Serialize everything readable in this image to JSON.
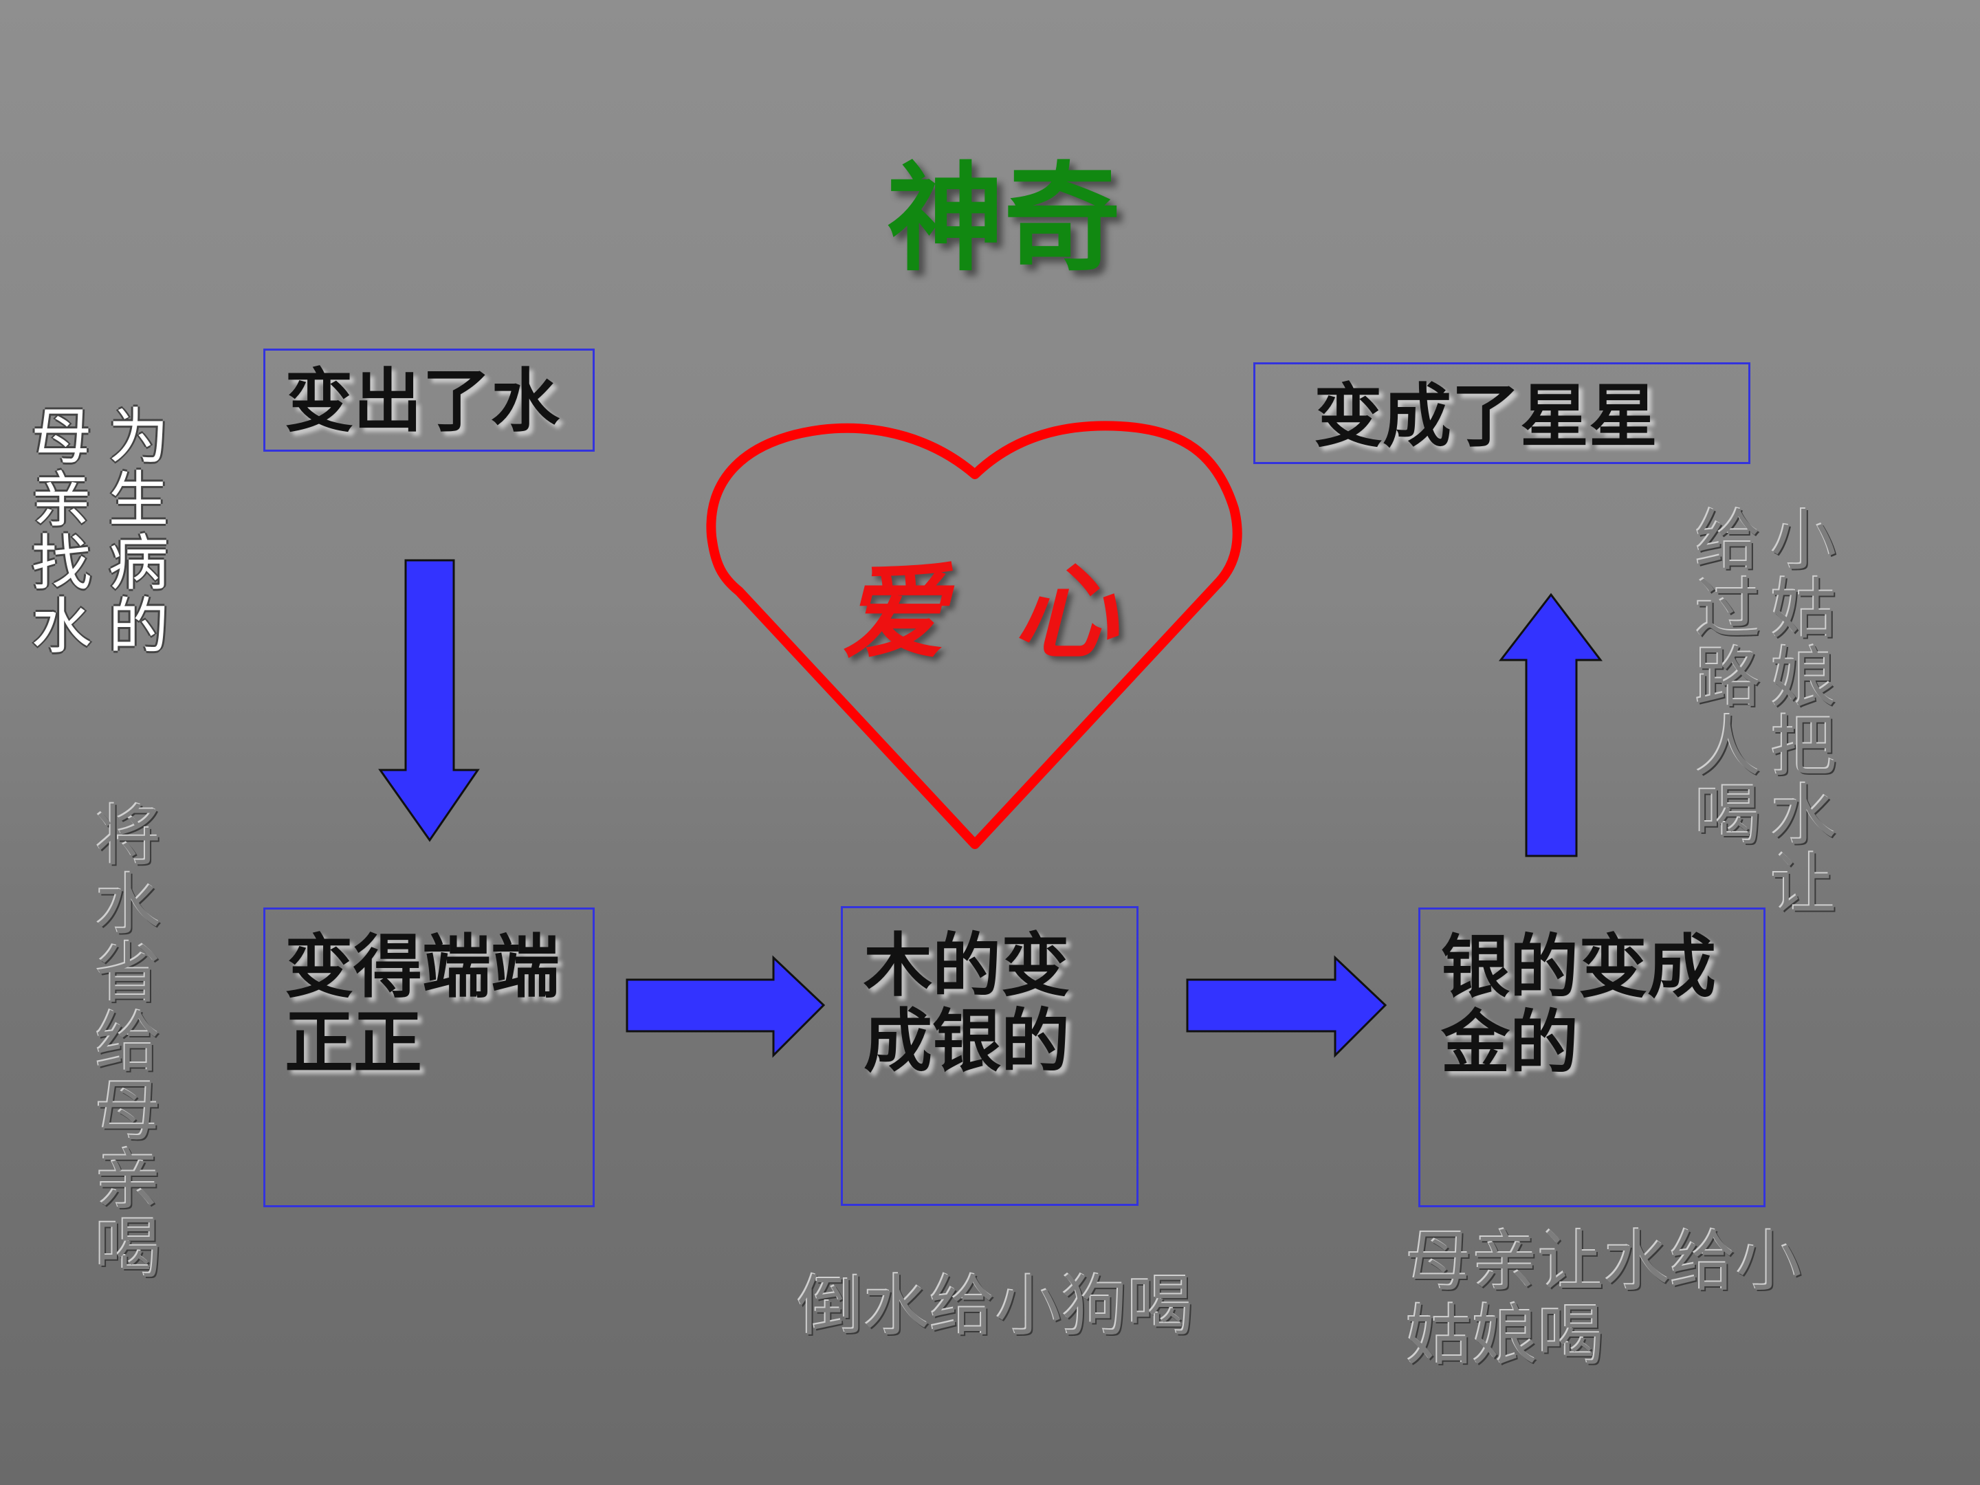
{
  "title": "神奇",
  "heart_label": {
    "left": "爱",
    "right": "心"
  },
  "boxes": {
    "water": "变出了水",
    "stars": "变成了星星",
    "upright_line1": "变得端端",
    "upright_line2": "正正",
    "wood_line1": "木的变",
    "wood_line2": "成银的",
    "silver_line1": "银的变成",
    "silver_line2": "金的"
  },
  "notes": {
    "left_col_right": "为生病的",
    "left_col_left": "母亲找水",
    "left_lower": "将水省给母亲喝",
    "right_col_right": "小姑娘把水让",
    "right_col_left": "给过路人喝",
    "bottom_middle": "倒水给小狗喝",
    "bottom_right_line1": "母亲让水给小",
    "bottom_right_line2": "姑娘喝"
  },
  "colors": {
    "arrow": "#3333ff",
    "heart": "#ff0000",
    "title": "#118811"
  }
}
